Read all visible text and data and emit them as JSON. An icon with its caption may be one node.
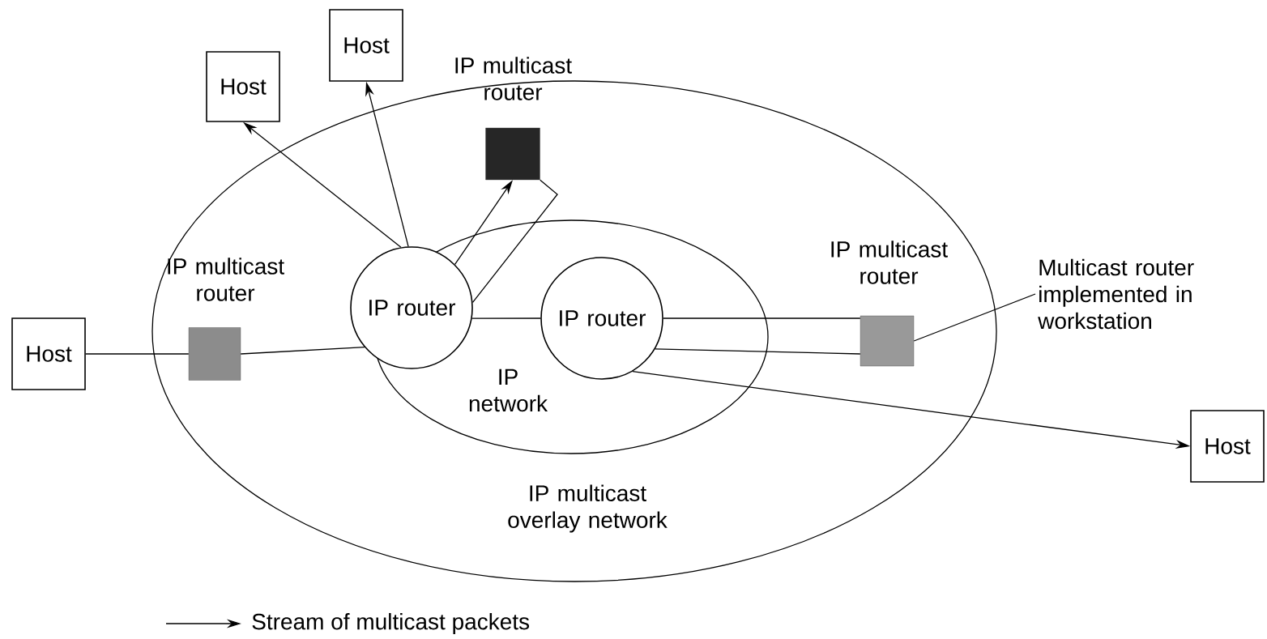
{
  "diagram": {
    "nodes": [
      {
        "text": [
          "IP multicast overlay network"
        ]
      },
      {
        "text": [
          "IP network"
        ],
        "in": 0
      },
      {
        "text": [
          "IP router"
        ],
        "in": 0
      },
      {
        "text": [
          "IP router"
        ],
        "in": 1
      },
      {
        "text": [
          "IP multicast router"
        ],
        "in": 0
      },
      {
        "text": [
          "IP multicast router"
        ],
        "in": 0
      },
      {
        "text": [
          "IP multicast router"
        ],
        "in": 0
      },
      {
        "text": [
          "Host"
        ]
      },
      {
        "text": [
          "Host"
        ]
      },
      {
        "text": [
          "Host"
        ]
      },
      {
        "text": [
          "Host"
        ]
      },
      {
        "text": [
          "Multicast router implemented in workstation"
        ]
      }
    ],
    "edges": [
      {
        "from": 7,
        "to": 4,
        "arrow": "none"
      },
      {
        "from": 4,
        "to": 2,
        "arrow": "none"
      },
      {
        "from": 2,
        "to": 8,
        "arrow": "to"
      },
      {
        "from": 2,
        "to": 9,
        "arrow": "to"
      },
      {
        "from": 2,
        "to": 5,
        "arrow": "to"
      },
      {
        "from": 5,
        "to": 2,
        "arrow": "none"
      },
      {
        "from": 2,
        "to": 3,
        "arrow": "none"
      },
      {
        "from": 3,
        "to": 6,
        "arrow": "none"
      },
      {
        "from": 6,
        "to": 3,
        "arrow": "none"
      },
      {
        "from": 3,
        "to": 10,
        "arrow": "to"
      },
      {
        "from": 11,
        "to": 6,
        "arrow": "none"
      }
    ],
    "legend": [
      {
        "text": "Stream of multicast packets"
      }
    ]
  }
}
